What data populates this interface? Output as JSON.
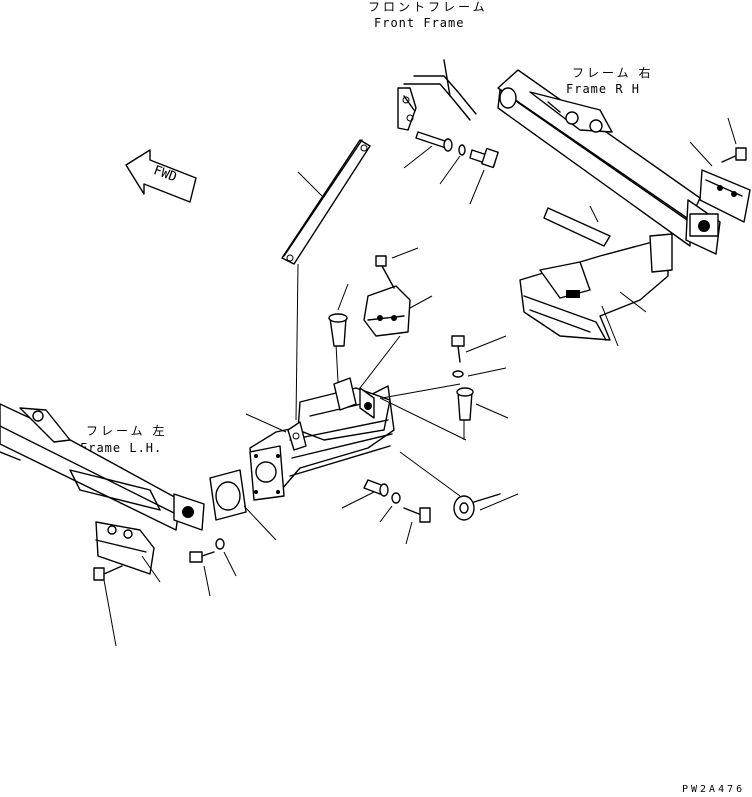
{
  "labels": {
    "front_frame_jp": "フロントフレーム",
    "front_frame_en": "Front Frame",
    "frame_rh_jp": "フレーム 右",
    "frame_rh_en": "Frame R H",
    "frame_lh_jp": "フレーム 左",
    "frame_lh_en": "Frame L.H.",
    "fwd": "FWD",
    "drawing_id": "PW2A476"
  }
}
